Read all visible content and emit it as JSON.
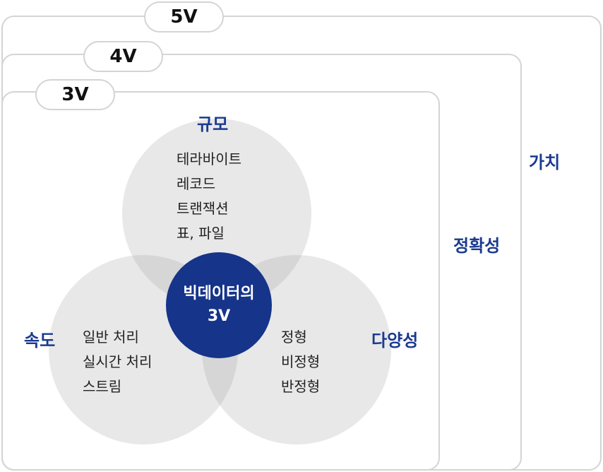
{
  "levels": [
    {
      "pill": "5V",
      "label": "가치"
    },
    {
      "pill": "4V",
      "label": "정확성"
    },
    {
      "pill": "3V",
      "label": ""
    }
  ],
  "center": {
    "line1": "빅데이터의",
    "line2": "3V"
  },
  "categories": {
    "volume": {
      "title": "규모",
      "items": [
        "테라바이트",
        "레코드",
        "트랜잭션",
        "표, 파일"
      ]
    },
    "velocity": {
      "title": "속도",
      "items": [
        "일반 처리",
        "실시간 처리",
        "스트림"
      ]
    },
    "variety": {
      "title": "다양성",
      "items": [
        "정형",
        "비정형",
        "반정형"
      ]
    }
  },
  "colors": {
    "accent": "#1a3a8f",
    "center_fill": "#15348a",
    "frame": "#d4d4d4",
    "circle": "#e3e3e3"
  }
}
